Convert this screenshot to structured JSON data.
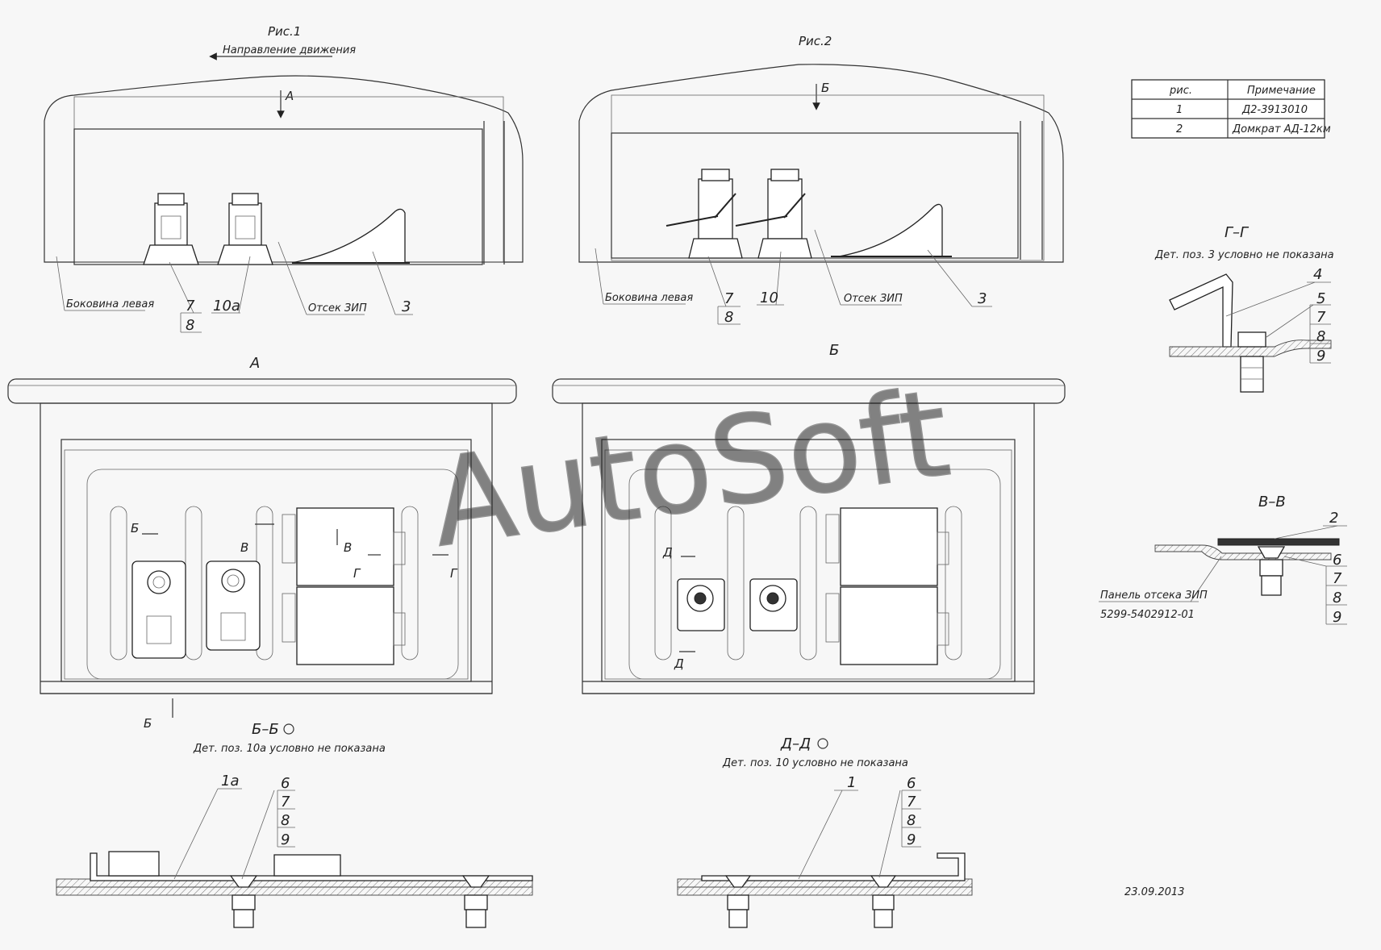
{
  "fig1": {
    "title": "Рис.1",
    "direction": "Направление движения",
    "view_arrow": "A",
    "side_label": "Боковина левая",
    "compartment_label": "Отсек ЗИП",
    "pos_7": "7",
    "pos_8": "8",
    "pos_10a": "10а",
    "pos_3": "3"
  },
  "fig2": {
    "title": "Рис.2",
    "view_arrow": "Б",
    "side_label": "Боковина левая",
    "compartment_label": "Отсек ЗИП",
    "pos_7": "7",
    "pos_8": "8",
    "pos_10": "10",
    "pos_3": "3"
  },
  "table": {
    "headers": [
      "рис.",
      "Примечание"
    ],
    "rows": [
      [
        "1",
        "Д2-3913010"
      ],
      [
        "2",
        "Домкрат АД-12км"
      ]
    ]
  },
  "view_a": {
    "title": "А",
    "cut_b": "Б",
    "cut_v": "В",
    "cut_g": "Г"
  },
  "view_b": {
    "title": "Б",
    "cut_d": "Д"
  },
  "section_gg": {
    "title": "Г–Г",
    "note": "Дет. поз. 3 условно не показана",
    "labels": [
      "4",
      "5",
      "7",
      "8",
      "9"
    ]
  },
  "section_vv": {
    "title": "В–В",
    "panel_name": "Панель отсека ЗИП",
    "panel_number": "5299-5402912-01",
    "labels": [
      "2",
      "6",
      "7",
      "8",
      "9"
    ]
  },
  "section_bb": {
    "title": "Б–Б",
    "note": "Дет. поз. 10а условно не показана",
    "labels": [
      "1а",
      "6",
      "7",
      "8",
      "9"
    ]
  },
  "section_dd": {
    "title": "Д–Д",
    "note": "Дет. поз. 10 условно не показана",
    "labels": [
      "1",
      "6",
      "7",
      "8",
      "9"
    ]
  },
  "date": "23.09.2013",
  "watermark": "AutoSoft"
}
